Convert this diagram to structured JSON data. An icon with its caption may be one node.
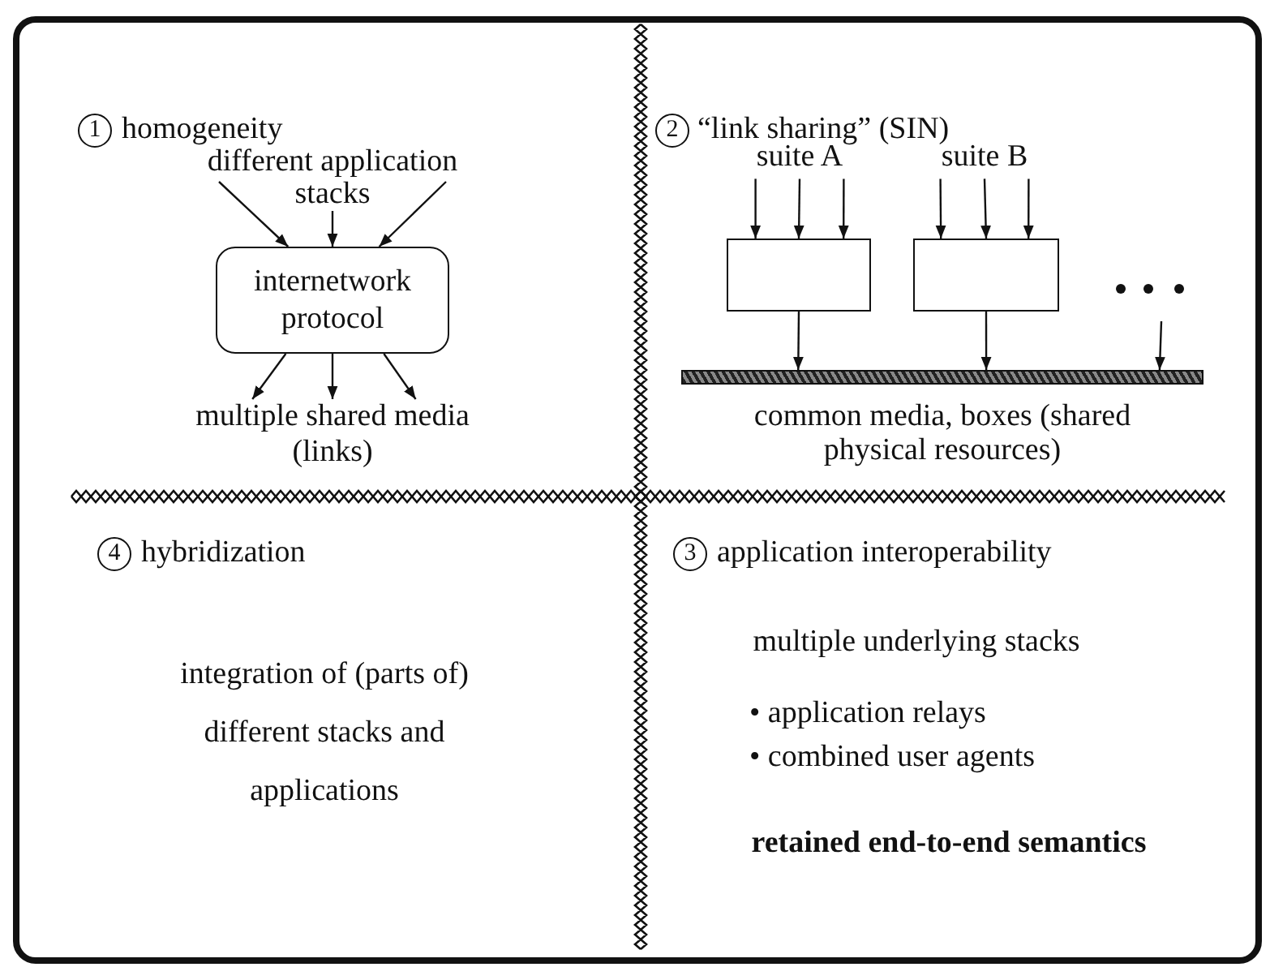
{
  "diagram": {
    "nodes": [
      {
        "text": [
          "different application stacks"
        ]
      },
      {
        "text": [
          "internetwork protocol"
        ]
      },
      {
        "text": [
          "multiple shared media (links)"
        ]
      },
      {
        "text": [
          "suite A"
        ]
      },
      {
        "text": [],
        "shape": "box"
      },
      {
        "text": [
          "suite B"
        ]
      },
      {
        "text": [],
        "shape": "box"
      },
      {
        "text": [],
        "shape": "bar",
        "beside": [
          "common media, boxes (shared physical resources)"
        ]
      }
    ],
    "edges": [
      {
        "from": 0,
        "to": 1,
        "arrow": "to"
      },
      {
        "from": 0,
        "to": 1,
        "arrow": "to"
      },
      {
        "from": 0,
        "to": 1,
        "arrow": "to"
      },
      {
        "from": 1,
        "to": 2,
        "arrow": "to"
      },
      {
        "from": 1,
        "to": 2,
        "arrow": "to"
      },
      {
        "from": 1,
        "to": 2,
        "arrow": "to"
      },
      {
        "from": 3,
        "to": 4,
        "arrow": "to"
      },
      {
        "from": 3,
        "to": 4,
        "arrow": "to"
      },
      {
        "from": 3,
        "to": 4,
        "arrow": "to"
      },
      {
        "from": 5,
        "to": 6,
        "arrow": "to"
      },
      {
        "from": 5,
        "to": 6,
        "arrow": "to"
      },
      {
        "from": 5,
        "to": 6,
        "arrow": "to"
      },
      {
        "from": 4,
        "to": 7,
        "arrow": "to"
      },
      {
        "from": 6,
        "to": 7,
        "arrow": "to"
      },
      {
        "from": null,
        "to": 7,
        "arrow": "to"
      }
    ],
    "labels": [
      "1",
      "homogeneity",
      "2",
      "“link sharing” (SIN)",
      "4",
      "hybridization",
      "integration of (parts of) different stacks and applications",
      "3",
      "application interoperability",
      "multiple underlying stacks",
      "• application relays",
      "• combined user agents",
      "retained end-to-end semantics"
    ]
  }
}
